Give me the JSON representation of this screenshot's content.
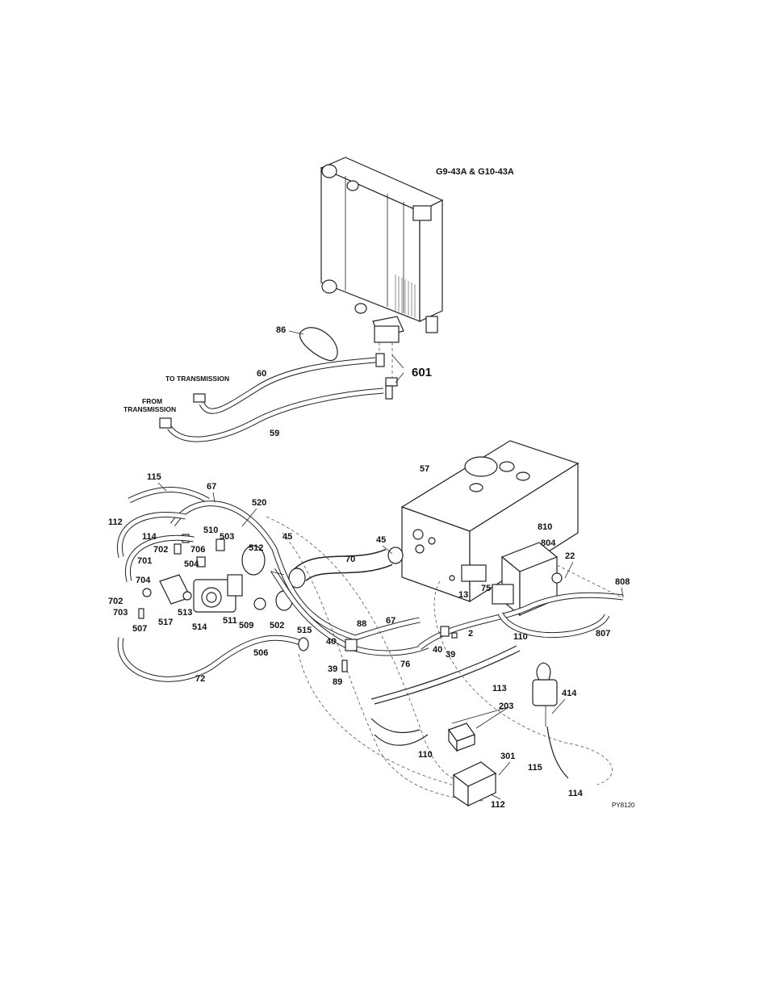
{
  "header": {
    "model_title": "G9-43A & G10-43A"
  },
  "notes": {
    "to_transmission": "TO TRANSMISSION",
    "from_transmission_line1": "FROM",
    "from_transmission_line2": "TRANSMISSION"
  },
  "drawing_code": "PY8120",
  "callouts": {
    "c86": "86",
    "c601": "601",
    "c60": "60",
    "c59": "59",
    "c57": "57",
    "c115a": "115",
    "c67a": "67",
    "c520": "520",
    "c112a": "112",
    "c114a": "114",
    "c510": "510",
    "c503": "503",
    "c702a": "702",
    "c706": "706",
    "c701": "701",
    "c504": "504",
    "c512": "512",
    "c45a": "45",
    "c45b": "45",
    "c70": "70",
    "c810": "810",
    "c804": "804",
    "c22": "22",
    "c808": "808",
    "c75": "75",
    "c13": "13",
    "c704": "704",
    "c702b": "702",
    "c703": "703",
    "c517": "517",
    "c513": "513",
    "c507": "507",
    "c514": "514",
    "c511": "511",
    "c509": "509",
    "c502": "502",
    "c515": "515",
    "c506": "506",
    "c88": "88",
    "c67b": "67",
    "c2": "2",
    "c40a": "40",
    "c40b": "40",
    "c39a": "39",
    "c39b": "39",
    "c89": "89",
    "c76": "76",
    "c110a": "110",
    "c807": "807",
    "c72": "72",
    "c113": "113",
    "c414": "414",
    "c203": "203",
    "c110b": "110",
    "c301": "301",
    "c115b": "115",
    "c112b": "112",
    "c114b": "114"
  }
}
